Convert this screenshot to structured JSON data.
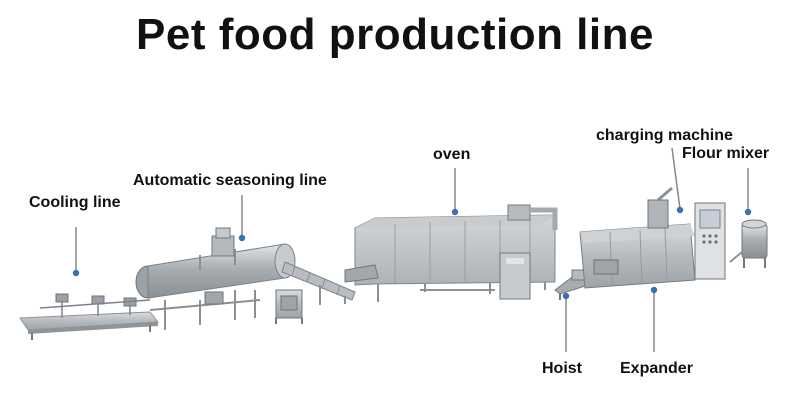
{
  "title": "Pet food production line",
  "labels": {
    "cooling_line": "Cooling line",
    "seasoning_line": "Automatic seasoning line",
    "oven": "oven",
    "charging_machine": "charging machine",
    "flour_mixer": "Flour mixer",
    "hoist": "Hoist",
    "expander": "Expander"
  },
  "colors": {
    "text": "#111111",
    "leader_line": "#888888",
    "marker_dot": "#3a6fb0",
    "machine_steel": "#bfc4c8"
  }
}
